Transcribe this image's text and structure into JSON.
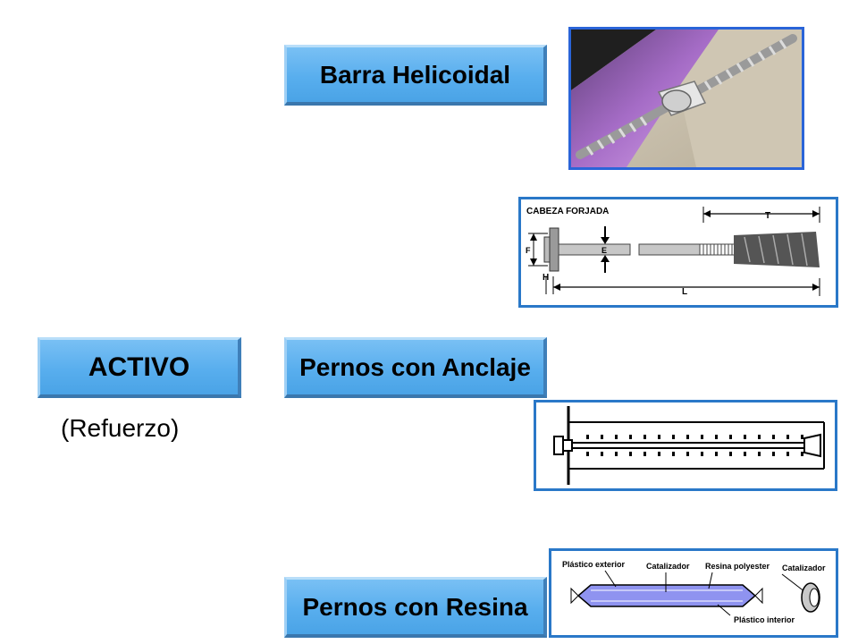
{
  "nodes": {
    "activo": "ACTIVO",
    "activo_sub": "(Refuerzo)",
    "barra_helicoidal": "Barra Helicoidal",
    "pernos_anclaje": "Pernos con Anclaje",
    "pernos_resina": "Pernos con Resina"
  },
  "forjada_diagram": {
    "title": "CABEZA FORJADA",
    "dim_t": "T",
    "dim_f": "F",
    "dim_e": "E",
    "dim_h": "H",
    "dim_l": "L"
  },
  "resina_diagram": {
    "plastico_exterior": "Plástico exterior",
    "catalizador_1": "Catalizador",
    "resina_polyester": "Resina polyester",
    "catalizador_2": "Catalizador",
    "plastico_interior": "Plástico interior"
  },
  "colors": {
    "button_fill": "#58aeee",
    "frame_border": "#2a78c8",
    "resin_cartridge": "#8f93f0"
  }
}
